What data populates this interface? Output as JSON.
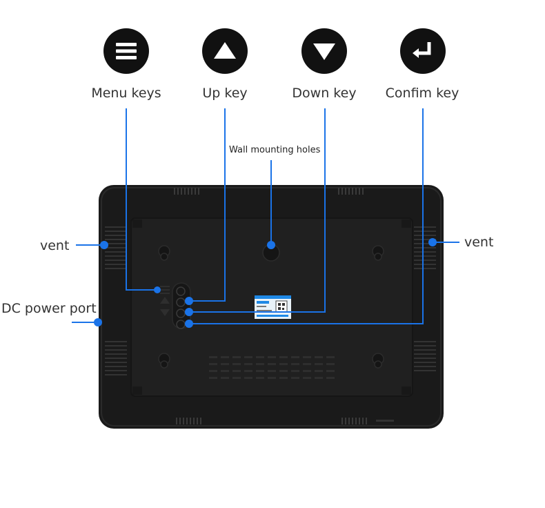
{
  "keys": [
    {
      "icon": "menu-icon",
      "label": "Menu keys"
    },
    {
      "icon": "up-triangle-icon",
      "label": "Up key"
    },
    {
      "icon": "down-triangle-icon",
      "label": "Down key"
    },
    {
      "icon": "enter-return-icon",
      "label": "Confim key"
    }
  ],
  "callouts": {
    "wall_holes": "Wall mounting holes",
    "vent_left": "vent",
    "vent_right": "vent",
    "dc_port": "DC power port"
  },
  "colors": {
    "accent": "#1a73e8",
    "device": "#1b1b1b",
    "device_panel": "#222222",
    "icon_bg": "#111111",
    "text": "#333333"
  }
}
